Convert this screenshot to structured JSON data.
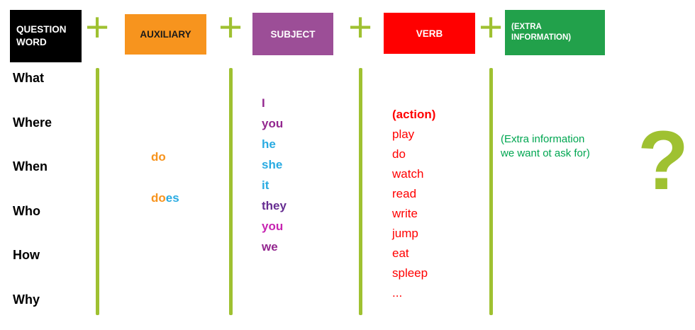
{
  "colors": {
    "line_green": "#9FC131",
    "plus_green": "#9FC131",
    "question_mark_green": "#9FC131",
    "auxiliary_orange": "#F7941E",
    "pronoun_blue": "#29ABE2",
    "verb_red": "#FF0000",
    "extra_note_green": "#00A651",
    "question_word_black": "#000000"
  },
  "header": {
    "plus": "+",
    "boxes": [
      {
        "label": "QUESTION WORD",
        "bg": "#000000",
        "fg": "#FFFFFF"
      },
      {
        "label": "AUXILIARY",
        "bg": "#F7941E",
        "fg": "#1A1A1A"
      },
      {
        "label": "SUBJECT",
        "bg": "#9C4E97",
        "fg": "#FFFFFF"
      },
      {
        "label": "VERB",
        "bg": "#FF0000",
        "fg": "#FFFFFF"
      },
      {
        "label": "(EXTRA INFORMATION)",
        "bg": "#22A14B",
        "fg": "#FFFFFF"
      }
    ]
  },
  "question_words": [
    "What",
    "Where",
    "When",
    "Who",
    "How",
    "Why"
  ],
  "auxiliary": {
    "do": "do",
    "does_part1": "do",
    "does_part2": "es"
  },
  "subjects": [
    {
      "text": "I",
      "color": "#93278F"
    },
    {
      "text": "you",
      "color": "#93278F"
    },
    {
      "text": "he",
      "color": "#29ABE2"
    },
    {
      "text": "she",
      "color": "#29ABE2"
    },
    {
      "text": "it",
      "color": "#29ABE2"
    },
    {
      "text": "they",
      "color": "#662D91"
    },
    {
      "text": "you",
      "color": "#C724B1"
    },
    {
      "text": "we",
      "color": "#93278F"
    }
  ],
  "verbs": {
    "heading": "(action)",
    "items": [
      "play",
      "do",
      "watch",
      "read",
      "write",
      "jump",
      "eat",
      "spleep",
      "..."
    ]
  },
  "extra": {
    "note_line1": "(Extra information",
    "note_line2": "we want ot ask for)",
    "question_mark": "?"
  }
}
